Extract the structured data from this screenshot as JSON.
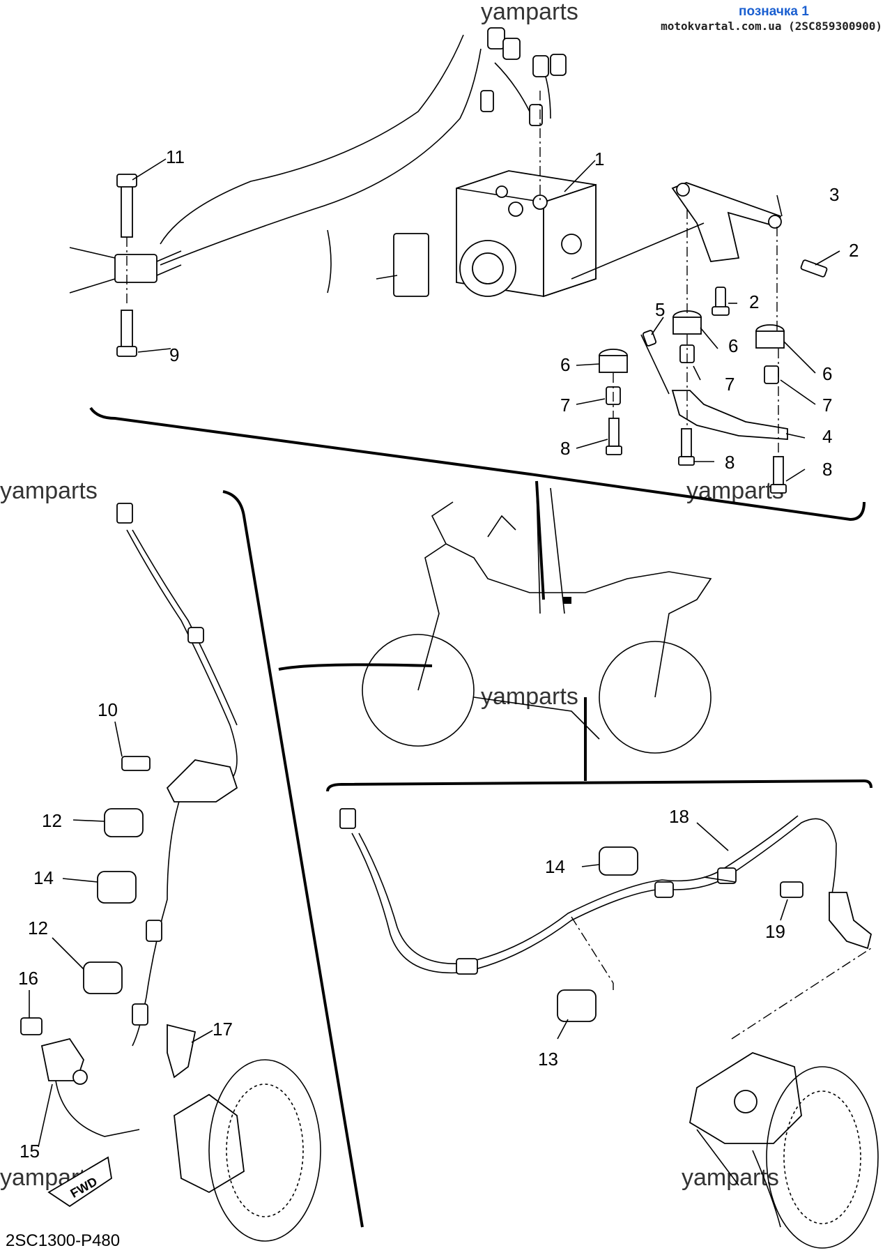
{
  "header": {
    "link_label": "позначка 1",
    "source_text": "motokvartal.com.ua (2SC859300900)"
  },
  "watermark": "yamparts",
  "fwd_label": "FWD",
  "diagram_code": "2SC1300-P480",
  "callouts": {
    "c1": "1",
    "c2a": "2",
    "c2b": "2",
    "c3": "3",
    "c4": "4",
    "c5": "5",
    "c6a": "6",
    "c6b": "6",
    "c6c": "6",
    "c7a": "7",
    "c7b": "7",
    "c7c": "7",
    "c8a": "8",
    "c8b": "8",
    "c8c": "8",
    "c9": "9",
    "c10": "10",
    "c11": "11",
    "c12a": "12",
    "c12b": "12",
    "c13": "13",
    "c14a": "14",
    "c14b": "14",
    "c15": "15",
    "c16": "16",
    "c17": "17",
    "c18": "18",
    "c19": "19"
  }
}
